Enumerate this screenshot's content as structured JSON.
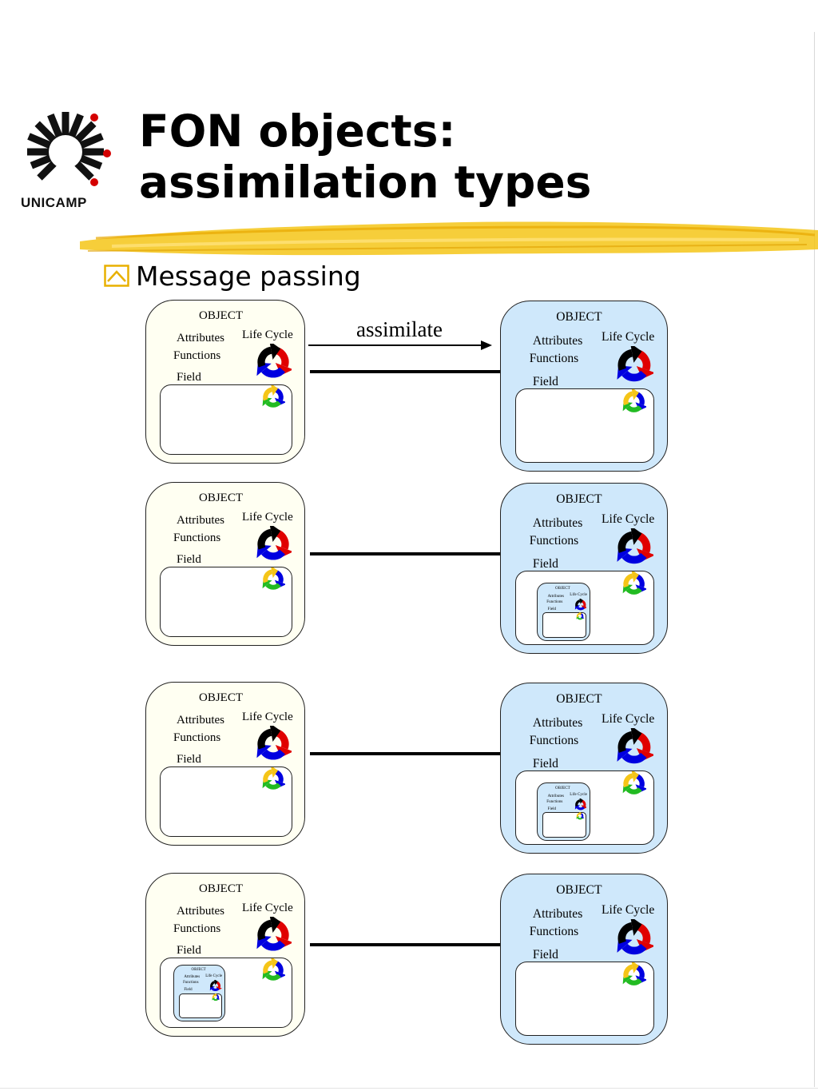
{
  "slide": {
    "title_line1": "FON objects:",
    "title_line2": "assimilation types",
    "logo_text": "UNICAMP",
    "bullet_icon": "z-bullet-icon",
    "bullet": "Message passing",
    "accent_color": "#f5c518"
  },
  "object_labels": {
    "object": "OBJECT",
    "attributes": "Attributes",
    "functions": "Functions",
    "field": "Field",
    "life_cycle": "Life Cycle"
  },
  "arrow_label": "assimilate",
  "colors": {
    "source_fill": "#fffff2",
    "target_fill": "#cfe8fb",
    "cycle_big": [
      "#e00000",
      "#0000e0",
      "#000000"
    ],
    "cycle_small": [
      "#0000e0",
      "#22bb22",
      "#f5c518"
    ]
  },
  "rows": [
    {
      "source_has_nested_object": false,
      "target_has_nested_object": false,
      "arrow": true
    },
    {
      "source_has_nested_object": false,
      "target_has_nested_object": true,
      "arrow": false
    },
    {
      "source_has_nested_object": false,
      "target_has_nested_object": true,
      "arrow": false
    },
    {
      "source_has_nested_object": true,
      "target_has_nested_object": false,
      "arrow": false
    }
  ]
}
